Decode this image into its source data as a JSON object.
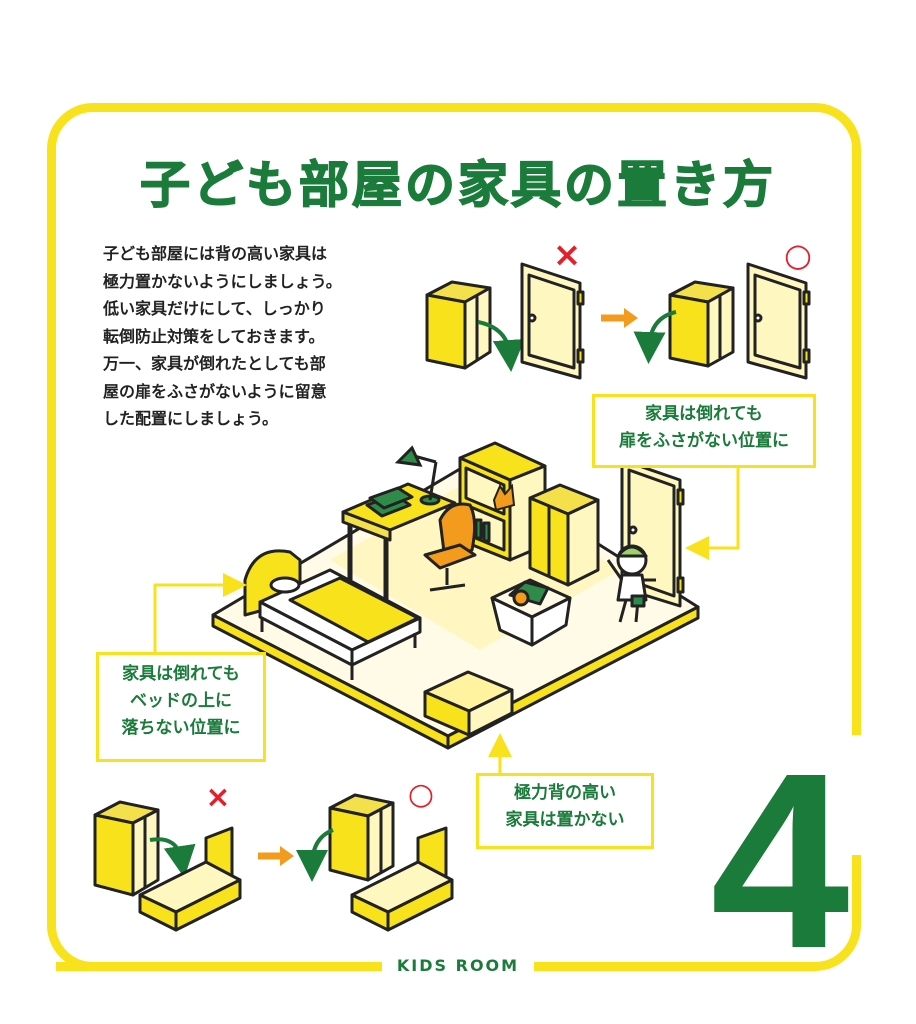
{
  "title": "子ども部屋の家具の置き方",
  "intro_lines": [
    "子ども部屋には背の高い家具は",
    "極力置かないようにしましょう。",
    "低い家具だけにして、しっかり",
    "転倒防止対策をしておきます。",
    "万一、家具が倒れたとしても部",
    "屋の扉をふさがないように留意",
    "した配置にしましょう。"
  ],
  "callouts": {
    "door": [
      "家具は倒れても",
      "扉をふさがない位置に"
    ],
    "bed": [
      "家具は倒れても",
      "ベッドの上に",
      "落ちない位置に"
    ],
    "tall": [
      "極力背の高い",
      "家具は置かない"
    ]
  },
  "marks": {
    "wrong": "×",
    "right": "○"
  },
  "page_number": "4",
  "footer": "KIDS ROOM",
  "colors": {
    "accent_yellow": "#f7e21b",
    "title_green": "#1a7b3b",
    "wrong_red": "#e51f2a",
    "arrow_orange": "#f29b1d",
    "outline": "#222222"
  },
  "icons": [
    "wardrobe-icon",
    "door-icon",
    "bed-icon",
    "desk-icon",
    "chair-icon",
    "lamp-icon",
    "bookshelf-icon",
    "toy-box-icon",
    "child-icon",
    "cat-icon",
    "arrow-icon"
  ]
}
